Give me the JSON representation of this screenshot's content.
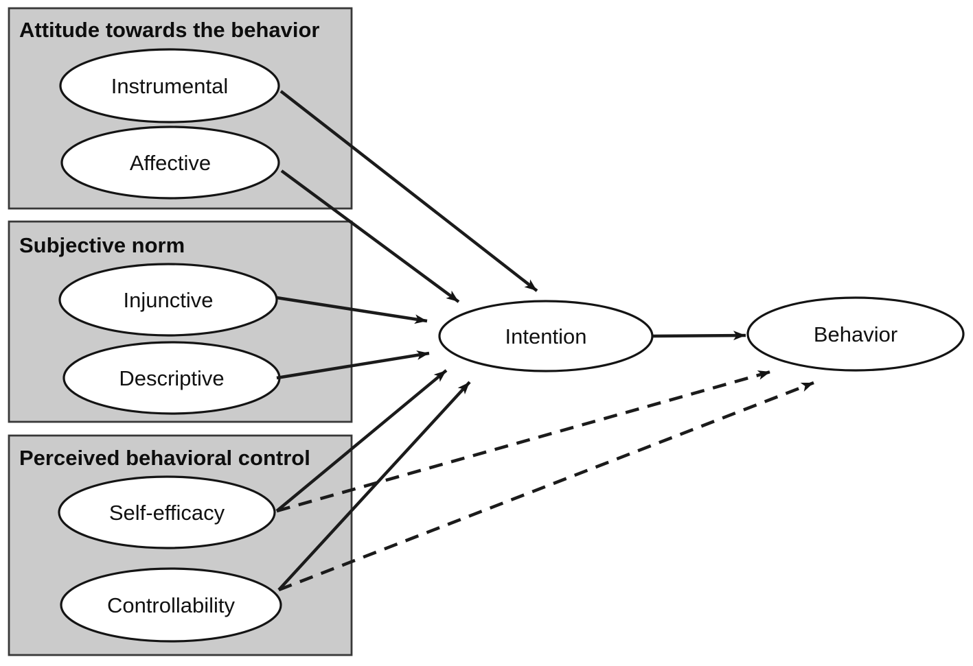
{
  "groups": [
    {
      "title": "Attitude towards the behavior",
      "items": [
        "Instrumental",
        "Affective"
      ]
    },
    {
      "title": "Subjective norm",
      "items": [
        "Injunctive",
        "Descriptive"
      ]
    },
    {
      "title": "Perceived behavioral control",
      "items": [
        "Self-efficacy",
        "Controllability"
      ]
    }
  ],
  "nodes": {
    "intention": "Intention",
    "behavior": "Behavior"
  },
  "edges": [
    {
      "from": "Instrumental",
      "to": "Intention",
      "style": "solid"
    },
    {
      "from": "Affective",
      "to": "Intention",
      "style": "solid"
    },
    {
      "from": "Injunctive",
      "to": "Intention",
      "style": "solid"
    },
    {
      "from": "Descriptive",
      "to": "Intention",
      "style": "solid"
    },
    {
      "from": "Self-efficacy",
      "to": "Intention",
      "style": "solid"
    },
    {
      "from": "Controllability",
      "to": "Intention",
      "style": "solid"
    },
    {
      "from": "Intention",
      "to": "Behavior",
      "style": "solid"
    },
    {
      "from": "Self-efficacy",
      "to": "Behavior",
      "style": "dashed"
    },
    {
      "from": "Controllability",
      "to": "Behavior",
      "style": "dashed"
    }
  ],
  "colors": {
    "background": "#ffffff",
    "group_fill": "#cbcbcb",
    "group_border": "#383838",
    "node_fill": "#ffffff",
    "line": "#1b1b1b"
  }
}
